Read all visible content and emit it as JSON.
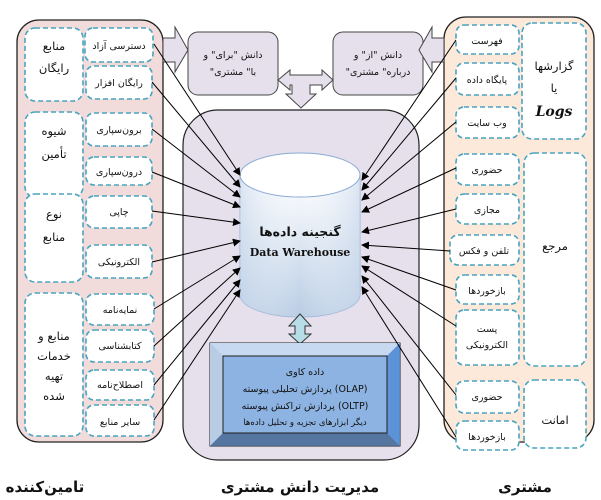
{
  "supplier_panel": {
    "title": "تامین‌کننده",
    "groups": [
      {
        "label_lines": [
          "منابع",
          "رایگان"
        ],
        "items": [
          "دسترسی آزاد",
          "رایگان افزار"
        ]
      },
      {
        "label_lines": [
          "شیوه",
          "تأمین"
        ],
        "items": [
          "برون‌سپاری",
          "درون‌سپاری"
        ]
      },
      {
        "label_lines": [
          "نوع",
          "منابع"
        ],
        "items": [
          "چاپی",
          "الکترونیکی"
        ]
      },
      {
        "label_lines": [
          "منابع و",
          "خدمات",
          "تهیه",
          "شده"
        ],
        "items": [
          "نمایه‌نامه",
          "کتابشناسی",
          "اصطلاح‌نامه",
          "سایر منابع"
        ]
      }
    ]
  },
  "customer_panel": {
    "title": "مشتری",
    "groups": [
      {
        "label_lines": [
          "گزارشها",
          "یا",
          "Logs"
        ],
        "items": [
          "فهرست",
          "پایگاه داده",
          "وب سایت"
        ]
      },
      {
        "label_lines": [
          "مرجع"
        ],
        "items": [
          "حضوری",
          "مجازی",
          "تلفن و فکس",
          "بازخوردها",
          [
            "پست",
            "الکترونیکی"
          ]
        ]
      },
      {
        "label_lines": [
          "امانت"
        ],
        "items": [
          "حضوری",
          "بازخوردها"
        ]
      }
    ]
  },
  "center": {
    "title": "مدیریت دانش مشتری",
    "knowledge_for": [
      "دانش \"برای\" و",
      "\"با\" مشتری"
    ],
    "knowledge_about": [
      "دانش \"از\" و",
      "\"درباره\" مشتری"
    ],
    "warehouse": {
      "title_fa": "گنجینه داده‌ها",
      "title_en": "Data Warehouse"
    },
    "tools": [
      "داده کاوی",
      "پردازش تحلیلی پیوسته (OLAP)",
      "پردازش تراکنش پیوسته (OLTP)",
      "دیگر ابزارهای تجزیه و تحلیل داده‌ها"
    ]
  },
  "colors": {
    "supplier_bg": "#f2dcdb",
    "customer_bg": "#fde9d9",
    "center_bg": "#e6e0ec",
    "dashed_border": "#4aa3c0",
    "tools_box": "#8db3e2"
  }
}
